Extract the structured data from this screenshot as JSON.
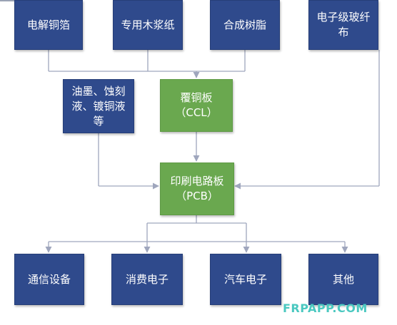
{
  "colors": {
    "blue_box": "#2f4a8c",
    "green_box": "#6aa84f",
    "connector": "#9fa6bd",
    "watermark": "#4ac8c0"
  },
  "inputs": {
    "electrolytic_copper_foil": "电解铜箔",
    "special_wood_pulp_paper": "专用木浆纸",
    "synthetic_resin": "合成树脂",
    "glass_fiber_cloth_line1": "电子级玻纤",
    "glass_fiber_cloth_line2": "布"
  },
  "chemicals": {
    "line1": "油墨、蚀刻",
    "line2": "液、镀铜液",
    "line3": "等"
  },
  "ccl": {
    "line1": "覆铜板",
    "line2": "（CCL）"
  },
  "pcb": {
    "line1": "印刷电路板",
    "line2": "（PCB）"
  },
  "applications": {
    "communication_equipment": "通信设备",
    "consumer_electronics": "消费电子",
    "automotive_electronics": "汽车电子",
    "others": "其他"
  },
  "watermark": "FRPAPP.COM"
}
